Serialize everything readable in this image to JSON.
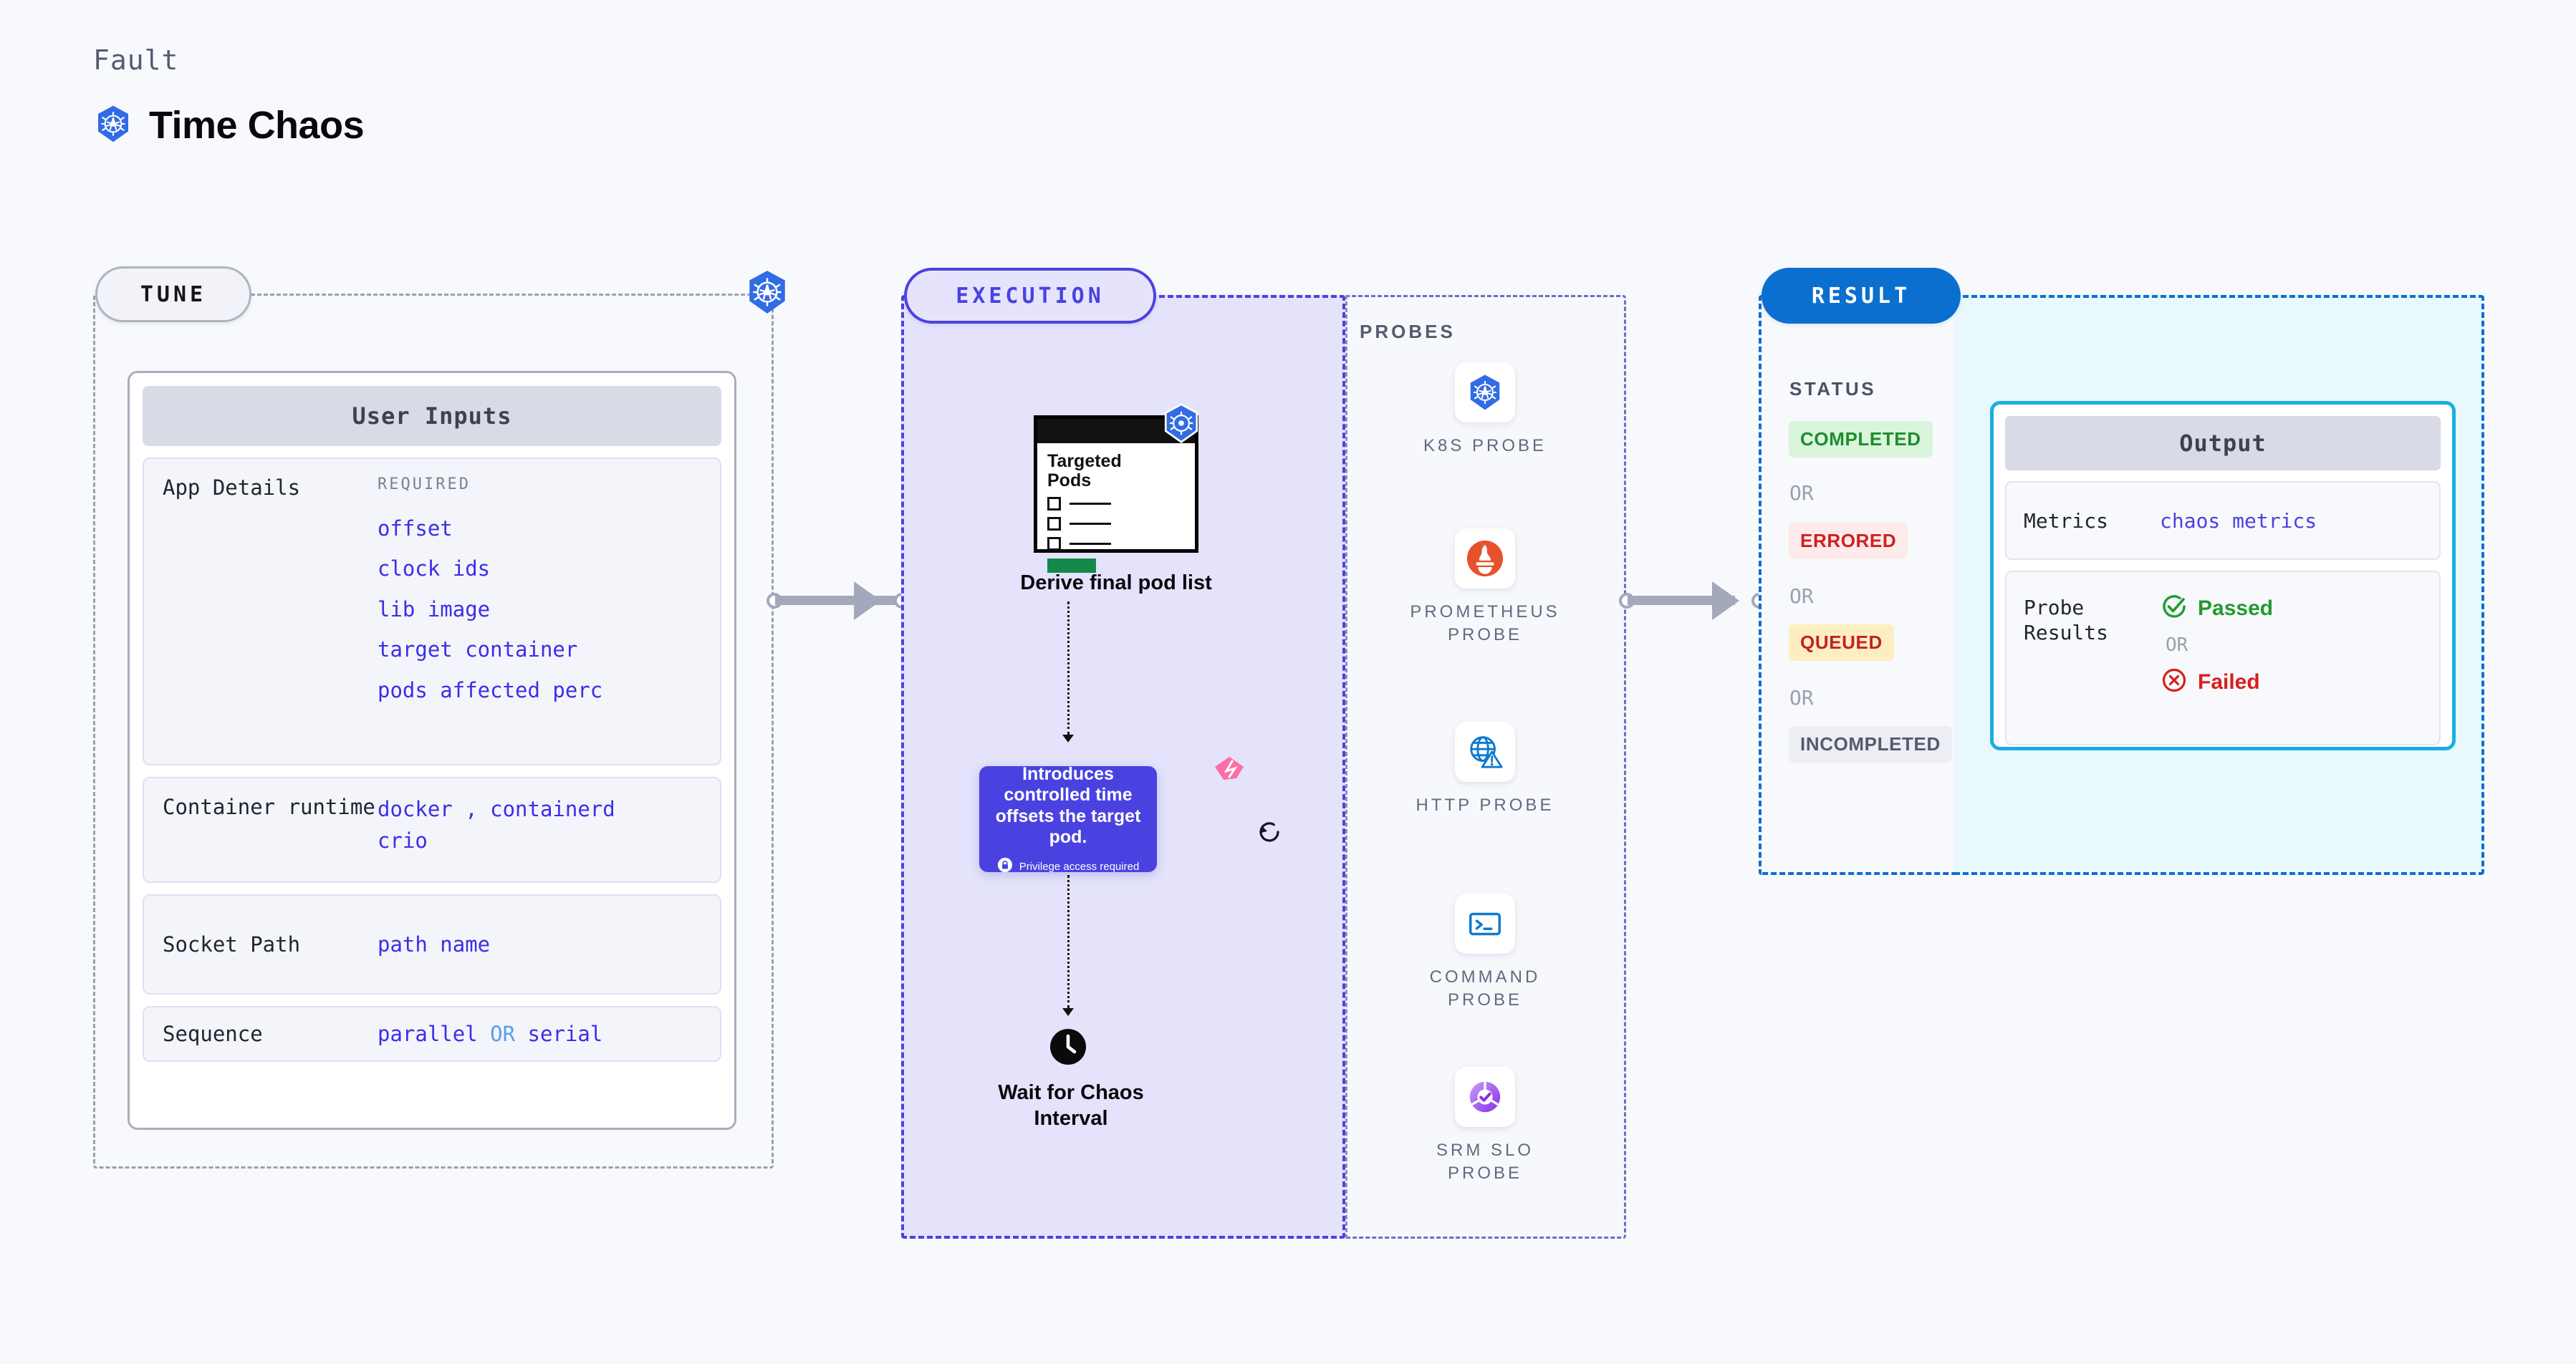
{
  "header": {
    "kicker": "Fault",
    "title": "Time Chaos",
    "logo_icon": "kubernetes-icon"
  },
  "tune": {
    "pill_label": "TUNE",
    "corner_icon": "kubernetes-icon",
    "card_title": "User Inputs",
    "fields": [
      {
        "label": "App Details",
        "tag": "REQUIRED",
        "values": [
          "offset",
          "clock ids",
          "lib image",
          "target container",
          "pods affected perc"
        ]
      },
      {
        "label": "Container runtime",
        "values_line1": "docker , containerd",
        "values_line2": "crio"
      },
      {
        "label": "Socket Path",
        "value": "path name"
      },
      {
        "label": "Sequence",
        "value_a": "parallel",
        "value_or": "OR",
        "value_b": "serial"
      }
    ]
  },
  "execution": {
    "pill_label": "EXECUTION",
    "pods_card": {
      "title_line1": "Targeted",
      "title_line2": "Pods",
      "badge_icon": "kubernetes-icon",
      "rows": 3
    },
    "derive_label": "Derive final pod list",
    "callout": {
      "text": "Introduces controlled time offsets the target pod.",
      "privilege_icon": "lock-icon",
      "privilege_text": "Privilege access required",
      "ribbon_icon": "ribbon-icon",
      "refresh_icon": "refresh-icon",
      "bg_color": "#4a42e0"
    },
    "wait_node": {
      "icon": "clock-icon",
      "label_line1": "Wait for Chaos",
      "label_line2": "Interval"
    }
  },
  "probes": {
    "title": "PROBES",
    "items": [
      {
        "label": "K8S PROBE",
        "icon": "kubernetes-icon"
      },
      {
        "label": "PROMETHEUS PROBE",
        "icon": "prometheus-icon"
      },
      {
        "label": "HTTP PROBE",
        "icon": "globe-warning-icon"
      },
      {
        "label": "COMMAND PROBE",
        "icon": "terminal-icon"
      },
      {
        "label": "SRM SLO PROBE",
        "icon": "srm-slo-icon"
      }
    ]
  },
  "result": {
    "pill_label": "RESULT",
    "status_title": "STATUS",
    "or_label": "OR",
    "statuses": [
      {
        "label": "COMPLETED",
        "bg": "#d9f5dc",
        "fg": "#1f8c2c"
      },
      {
        "label": "ERRORED",
        "bg": "#fdeaea",
        "fg": "#cf2020"
      },
      {
        "label": "QUEUED",
        "bg": "#fdeec2",
        "fg": "#c42121"
      },
      {
        "label": "INCOMPLETED",
        "bg": "#eceef4",
        "fg": "#555b6e"
      }
    ],
    "output": {
      "card_title": "Output",
      "metrics_label": "Metrics",
      "metrics_value": "chaos metrics",
      "probe_results_label": "Probe Results",
      "passed_label": "Passed",
      "passed_icon": "check-circle-icon",
      "or_label": "OR",
      "failed_label": "Failed",
      "failed_icon": "x-circle-icon",
      "border_color": "#19aee0"
    }
  },
  "connectors": {
    "tune_to_exec": "arrow-right",
    "exec_to_result": "arrow-right"
  }
}
